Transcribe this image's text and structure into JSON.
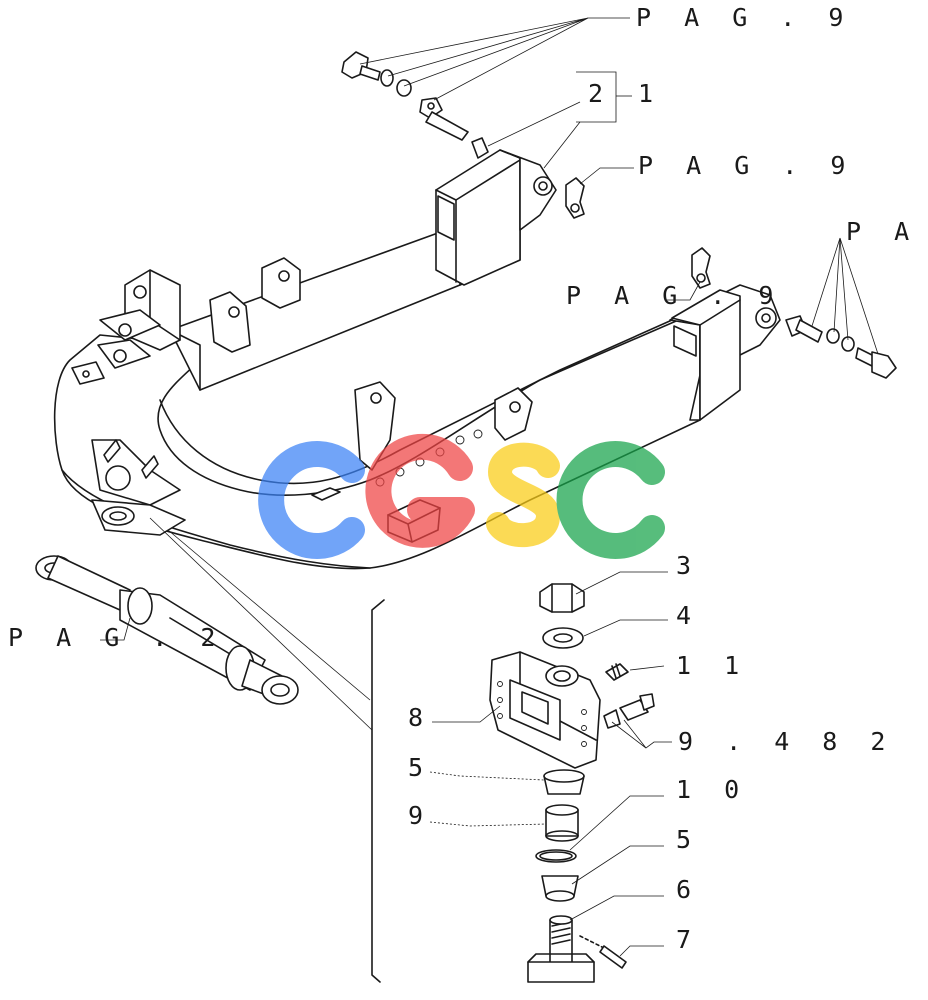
{
  "references": {
    "pag9_top": "P A G . 9",
    "pag9_mid": "P A G . 9",
    "pag9_frame": "P A G . 9",
    "pag_right": "P A G",
    "pag2_left": "P A G . 2",
    "ref_9482": "9 . 4 8 2"
  },
  "callouts": {
    "c1": "1",
    "c2": "2",
    "c3": "3",
    "c4": "4",
    "c5a": "5",
    "c5b": "5",
    "c6": "6",
    "c7": "7",
    "c8": "8",
    "c9": "9",
    "c10": "1 0",
    "c11": "1 1"
  },
  "watermark": {
    "letters": [
      "C",
      "G",
      "S",
      "C"
    ],
    "colors": [
      "#3b82f6",
      "#ef4444",
      "#facc15",
      "#16a34a"
    ]
  }
}
